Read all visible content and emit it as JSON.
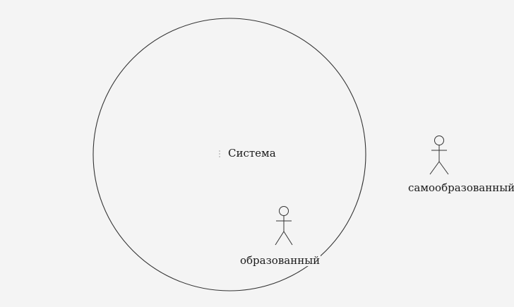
{
  "diagram": {
    "system": {
      "label": "Система"
    },
    "actors": [
      {
        "label": "образованный"
      },
      {
        "label": "самообразованный"
      }
    ],
    "colors": {
      "background": "#f4f4f4",
      "stroke": "#333333",
      "text": "#1a1a1a"
    }
  }
}
